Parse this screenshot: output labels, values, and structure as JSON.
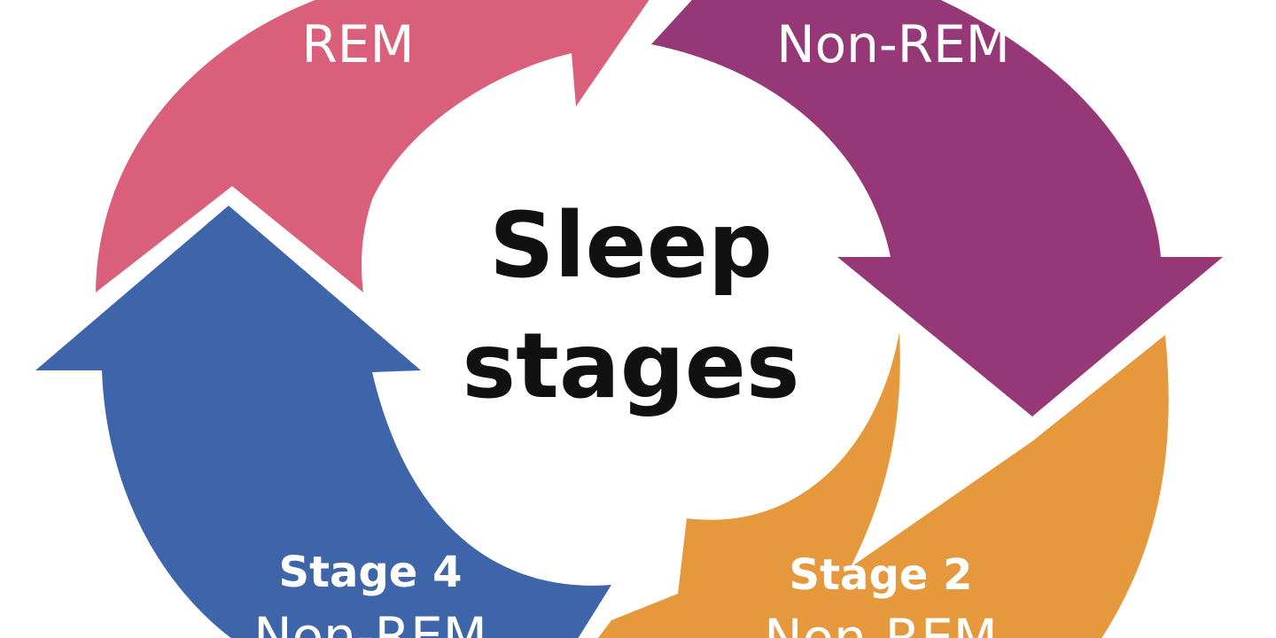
{
  "diagram": {
    "center": {
      "line1": "Sleep",
      "line2": "stages"
    },
    "segments": [
      {
        "id": "rem",
        "stage_label": "",
        "sub_label": "REM",
        "color": "#D95F7A"
      },
      {
        "id": "stage1",
        "stage_label": "",
        "sub_label": "Non-REM",
        "color": "#963878"
      },
      {
        "id": "stage2",
        "stage_label": "Stage 2",
        "sub_label": "Non-REM",
        "color": "#E5983C"
      },
      {
        "id": "stage4",
        "stage_label": "Stage 4",
        "sub_label": "Non-REM",
        "color": "#3E64AA"
      }
    ]
  }
}
